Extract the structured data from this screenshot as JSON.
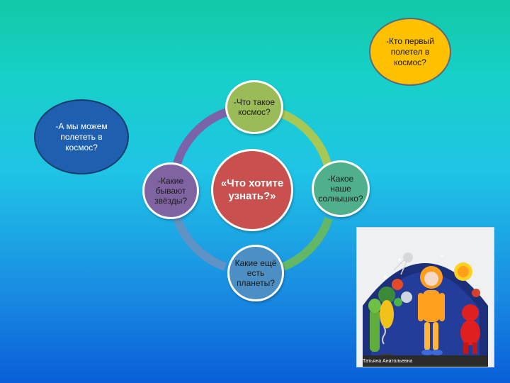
{
  "center": {
    "label": "«Что хотите узнать?»",
    "color": "#c85150"
  },
  "nodes": {
    "top": {
      "label": "-Что такое космос?",
      "color": "#9bbb59"
    },
    "right": {
      "label": "-Какое наше солнышко?",
      "color": "#4fb08b"
    },
    "bottom": {
      "label": "Какие ещё есть планеты?",
      "color": "#4b8fc4"
    },
    "left": {
      "label": "-Какие бывают звёзды?",
      "color": "#8064a2"
    }
  },
  "bubbles": {
    "left_question": {
      "label": "-А мы можем полететь в космос?",
      "color": "#1f5fb0",
      "border": "#1a3d6b"
    },
    "right_question": {
      "label": "-Кто первый полетел в космос?",
      "color": "#ffc000",
      "border": "#5b6a7a"
    }
  },
  "photo": {
    "caption": "Татьяна Анатольевна"
  },
  "colors": {
    "ring_top_left": "#7a63a8",
    "ring_top_right": "#a8c856",
    "ring_bottom_right": "#63b868",
    "ring_bottom_left": "#5f92c5"
  }
}
